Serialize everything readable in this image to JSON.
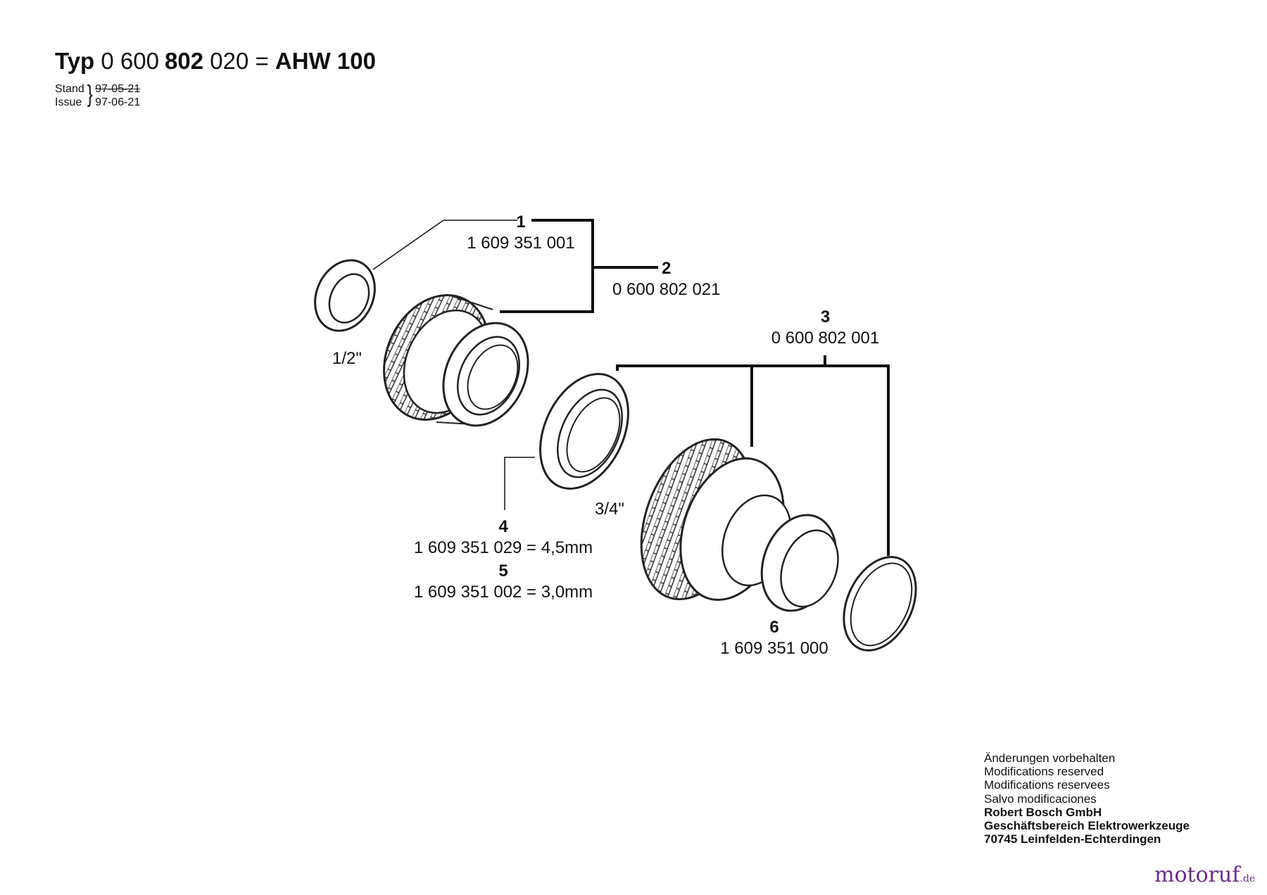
{
  "header": {
    "typ_label": "Typ",
    "part_prefix": "0 600",
    "part_mid": "802",
    "part_suffix": "020 =",
    "model": "AHW 100",
    "stand_label": "Stand",
    "issue_label": "Issue",
    "stand_date": "97-05-21",
    "issue_date": "97-06-21"
  },
  "callouts": [
    {
      "num": "1",
      "part": "1 609 351 001"
    },
    {
      "num": "2",
      "part": "0 600 802 021"
    },
    {
      "num": "3",
      "part": "0 600 802 001"
    },
    {
      "num": "4",
      "part": "1 609 351 029 = 4,5mm"
    },
    {
      "num": "5",
      "part": "1 609 351 002 = 3,0mm"
    },
    {
      "num": "6",
      "part": "1 609 351 000"
    }
  ],
  "sizes": {
    "half_inch": "1/2\"",
    "three_quarter_inch": "3/4\""
  },
  "footer": {
    "line1": "Änderungen vorbehalten",
    "line2": "Modifications reserved",
    "line3": "Modifications reservees",
    "line4": "Salvo modificaciones",
    "company": "Robert Bosch GmbH",
    "division": "Geschäftsbereich Elektrowerkzeuge",
    "address": "70745 Leinfelden-Echterdingen"
  },
  "watermark": {
    "brand": "motoruf",
    "tld": ".de"
  }
}
